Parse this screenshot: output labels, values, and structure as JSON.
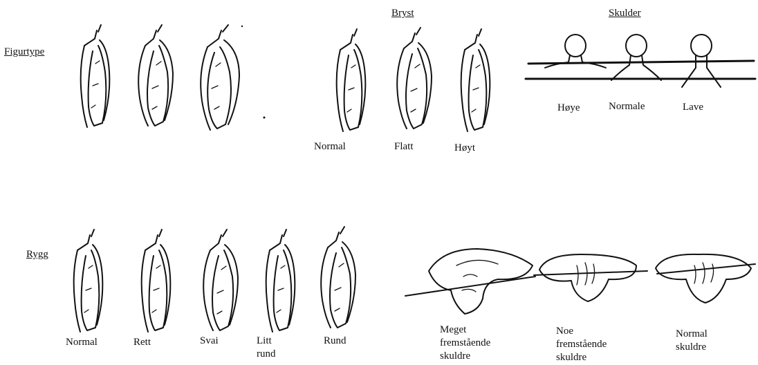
{
  "headings": {
    "figurtype": "Figurtype",
    "bryst": "Bryst",
    "skulder": "Skulder",
    "rygg": "Rygg"
  },
  "bryst_labels": [
    "Normal",
    "Flatt",
    "Høyt"
  ],
  "skulder_labels": [
    "Høye",
    "Normale",
    "Lave"
  ],
  "rygg_labels": [
    "Normal",
    "Rett",
    "Svai",
    "Litt rund",
    "Rund"
  ],
  "shoulder_forward_labels": [
    "Meget fremstående skuldre",
    "Noe fremstående skuldre",
    "Normal skuldre"
  ]
}
